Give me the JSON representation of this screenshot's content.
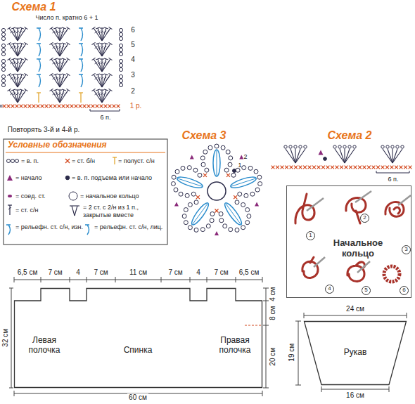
{
  "diagram": {
    "nodes": [
      {
        "text": [
          "Условные обозначения"
        ]
      },
      {
        "text": [
          "Начальное кольцо"
        ]
      },
      {
        "text": [
          "1"
        ],
        "in": 1
      },
      {
        "text": [
          "2"
        ],
        "in": 1
      },
      {
        "text": [
          "3"
        ],
        "in": 1
      },
      {
        "text": [
          "4"
        ],
        "in": 1
      },
      {
        "text": [
          "5"
        ],
        "in": 1
      },
      {
        "text": [
          "6"
        ],
        "in": 1
      },
      {
        "text": [
          "Левая полочка",
          "Спинка",
          "Правая полочка"
        ]
      },
      {
        "text": [
          "Рукав"
        ]
      }
    ],
    "labels": [
      "Схема 1",
      "Число п. кратно 6 + 1",
      "6",
      "5",
      "4",
      "3",
      "2",
      "1 р.",
      "6 п.",
      "Повторять 3-й и 4-й р.",
      "Схема 3",
      "1",
      "2",
      "Схема 2",
      "6 п.",
      "6,5 см",
      "7 см",
      "4",
      "7 см",
      "11 см",
      "7 см",
      "4",
      "7 см",
      "6,5 см",
      "4 см",
      "8 см",
      "20 см",
      "32 см",
      "60 см",
      "24 см",
      "19 см",
      "16 см"
    ],
    "legend": [
      {
        "text": "= в. п."
      },
      {
        "text": "= ст. б/н"
      },
      {
        "text": "= полуст. с/н"
      },
      {
        "text": "= начало"
      },
      {
        "text": "= в. п. подъема или начало"
      },
      {
        "text": "= соед. ст."
      },
      {
        "text": "= начальное кольцо"
      },
      {
        "text": "= ст. с/н"
      },
      {
        "text": "= 2 ст. с 2/н из 1 п., закрытые вместе"
      },
      {
        "text": "= рельефн. ст. с/н, изн."
      },
      {
        "text": "= рельефн. ст. с/н, лиц."
      }
    ]
  }
}
